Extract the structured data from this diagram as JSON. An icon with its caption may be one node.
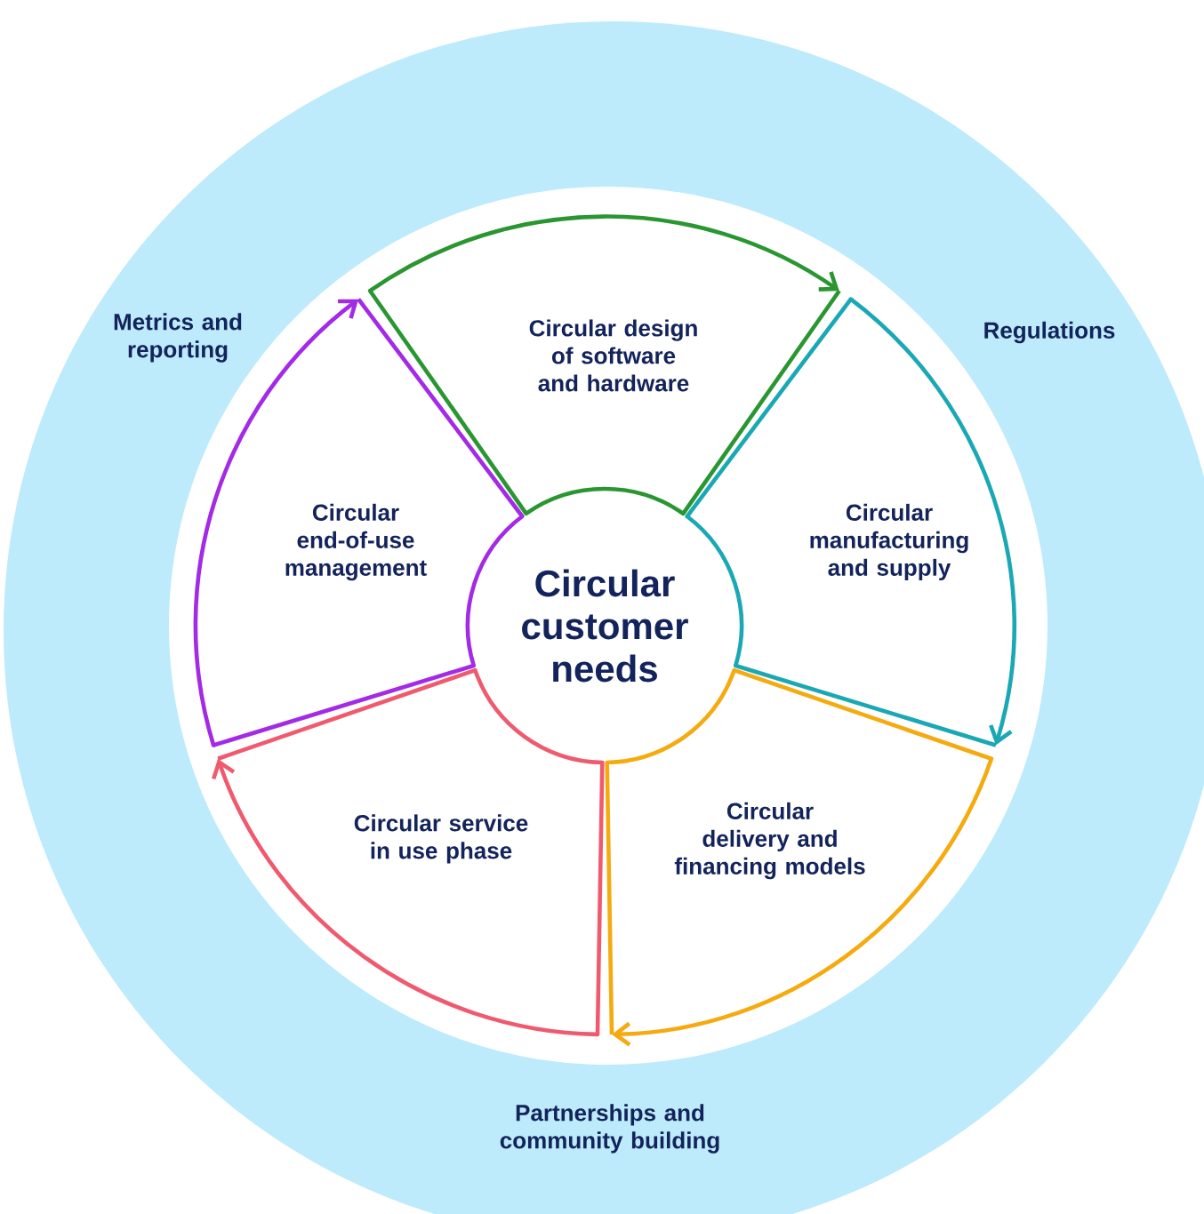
{
  "diagram": {
    "nodes": [
      {
        "text": [
          "Metrics and reporting",
          "Regulations",
          "Partnerships and community building"
        ]
      },
      {
        "text": [
          "Circular design of software and hardware"
        ],
        "in": 0
      },
      {
        "text": [
          "Circular manufacturing and supply"
        ],
        "in": 0
      },
      {
        "text": [
          "Circular delivery and financing models"
        ],
        "in": 0
      },
      {
        "text": [
          "Circular service in use phase"
        ],
        "in": 0
      },
      {
        "text": [
          "Circular end-of-use management"
        ],
        "in": 0
      },
      {
        "text": [
          "Circular customer needs"
        ],
        "in": 0
      }
    ],
    "edges": [
      {
        "from": 1,
        "to": 2,
        "arrow": "to",
        "color": "#2a9632"
      },
      {
        "from": 2,
        "to": 3,
        "arrow": "to",
        "color": "#19a8b4"
      },
      {
        "from": 3,
        "to": 4,
        "arrow": "to",
        "color": "#f5aa10"
      },
      {
        "from": 4,
        "to": 5,
        "arrow": "to",
        "color": "#f05a6e"
      },
      {
        "from": 5,
        "to": 1,
        "arrow": "to",
        "color": "#a32ae6"
      }
    ]
  }
}
